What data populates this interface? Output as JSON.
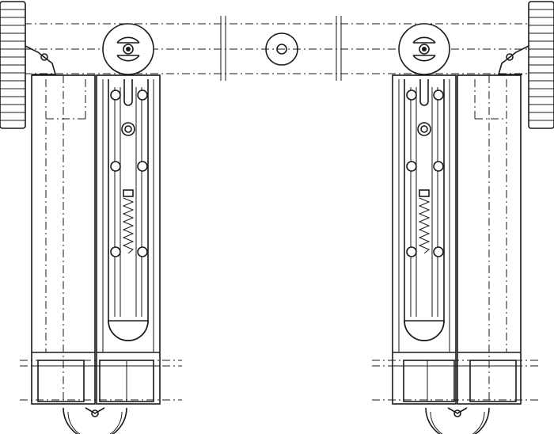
{
  "drawing": {
    "view": "front elevation",
    "assemblies": [
      "left-carriage",
      "right-carriage"
    ],
    "colors": {
      "line": "#1a1a1a",
      "background": "#ffffff"
    }
  }
}
